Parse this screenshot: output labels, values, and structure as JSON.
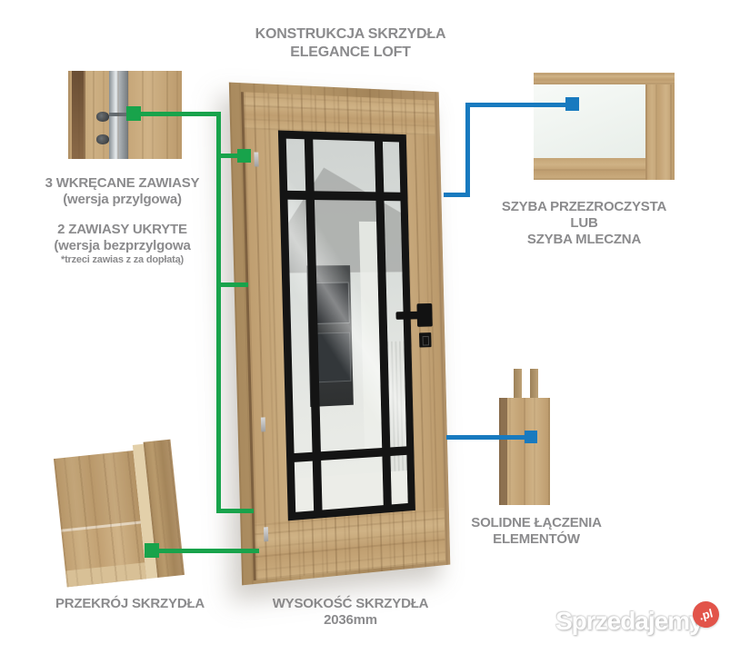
{
  "title": {
    "line1": "KONSTRUKCJA SKRZYDŁA",
    "line2": "ELEGANCE LOFT"
  },
  "labels": {
    "screwed_hinges": {
      "line1": "3 WKRĘCANE ZAWIASY",
      "line2": "(wersja przylgowa)"
    },
    "hidden_hinges": {
      "line1": "2 ZAWIASY UKRYTE",
      "line2": "(wersja bezprzylgowa",
      "line3": "*trzeci zawias z za dopłatą)"
    },
    "glazing": {
      "line1": "SZYBA PRZEZROCZYSTA",
      "line2": "LUB",
      "line3": "SZYBA MLECZNA"
    },
    "joints": {
      "line1": "SOLIDNE ŁĄCZENIA",
      "line2": "ELEMENTÓW"
    },
    "cross_section": "PRZEKRÓJ SKRZYDŁA",
    "leaf_height": {
      "line1": "WYSOKOŚĆ SKRZYDŁA",
      "line2": "2036mm"
    }
  },
  "watermark": {
    "brand": "Sprzedajemy",
    "badge": ".pl"
  },
  "colors": {
    "accent_green": "#18a34b",
    "accent_blue": "#187abf",
    "label_gray": "#8b8b8d",
    "wood_tan": "#c2a173",
    "muntin_black": "#141414",
    "badge_red": "#e2544a",
    "glass_white": "#f5f8f5"
  }
}
